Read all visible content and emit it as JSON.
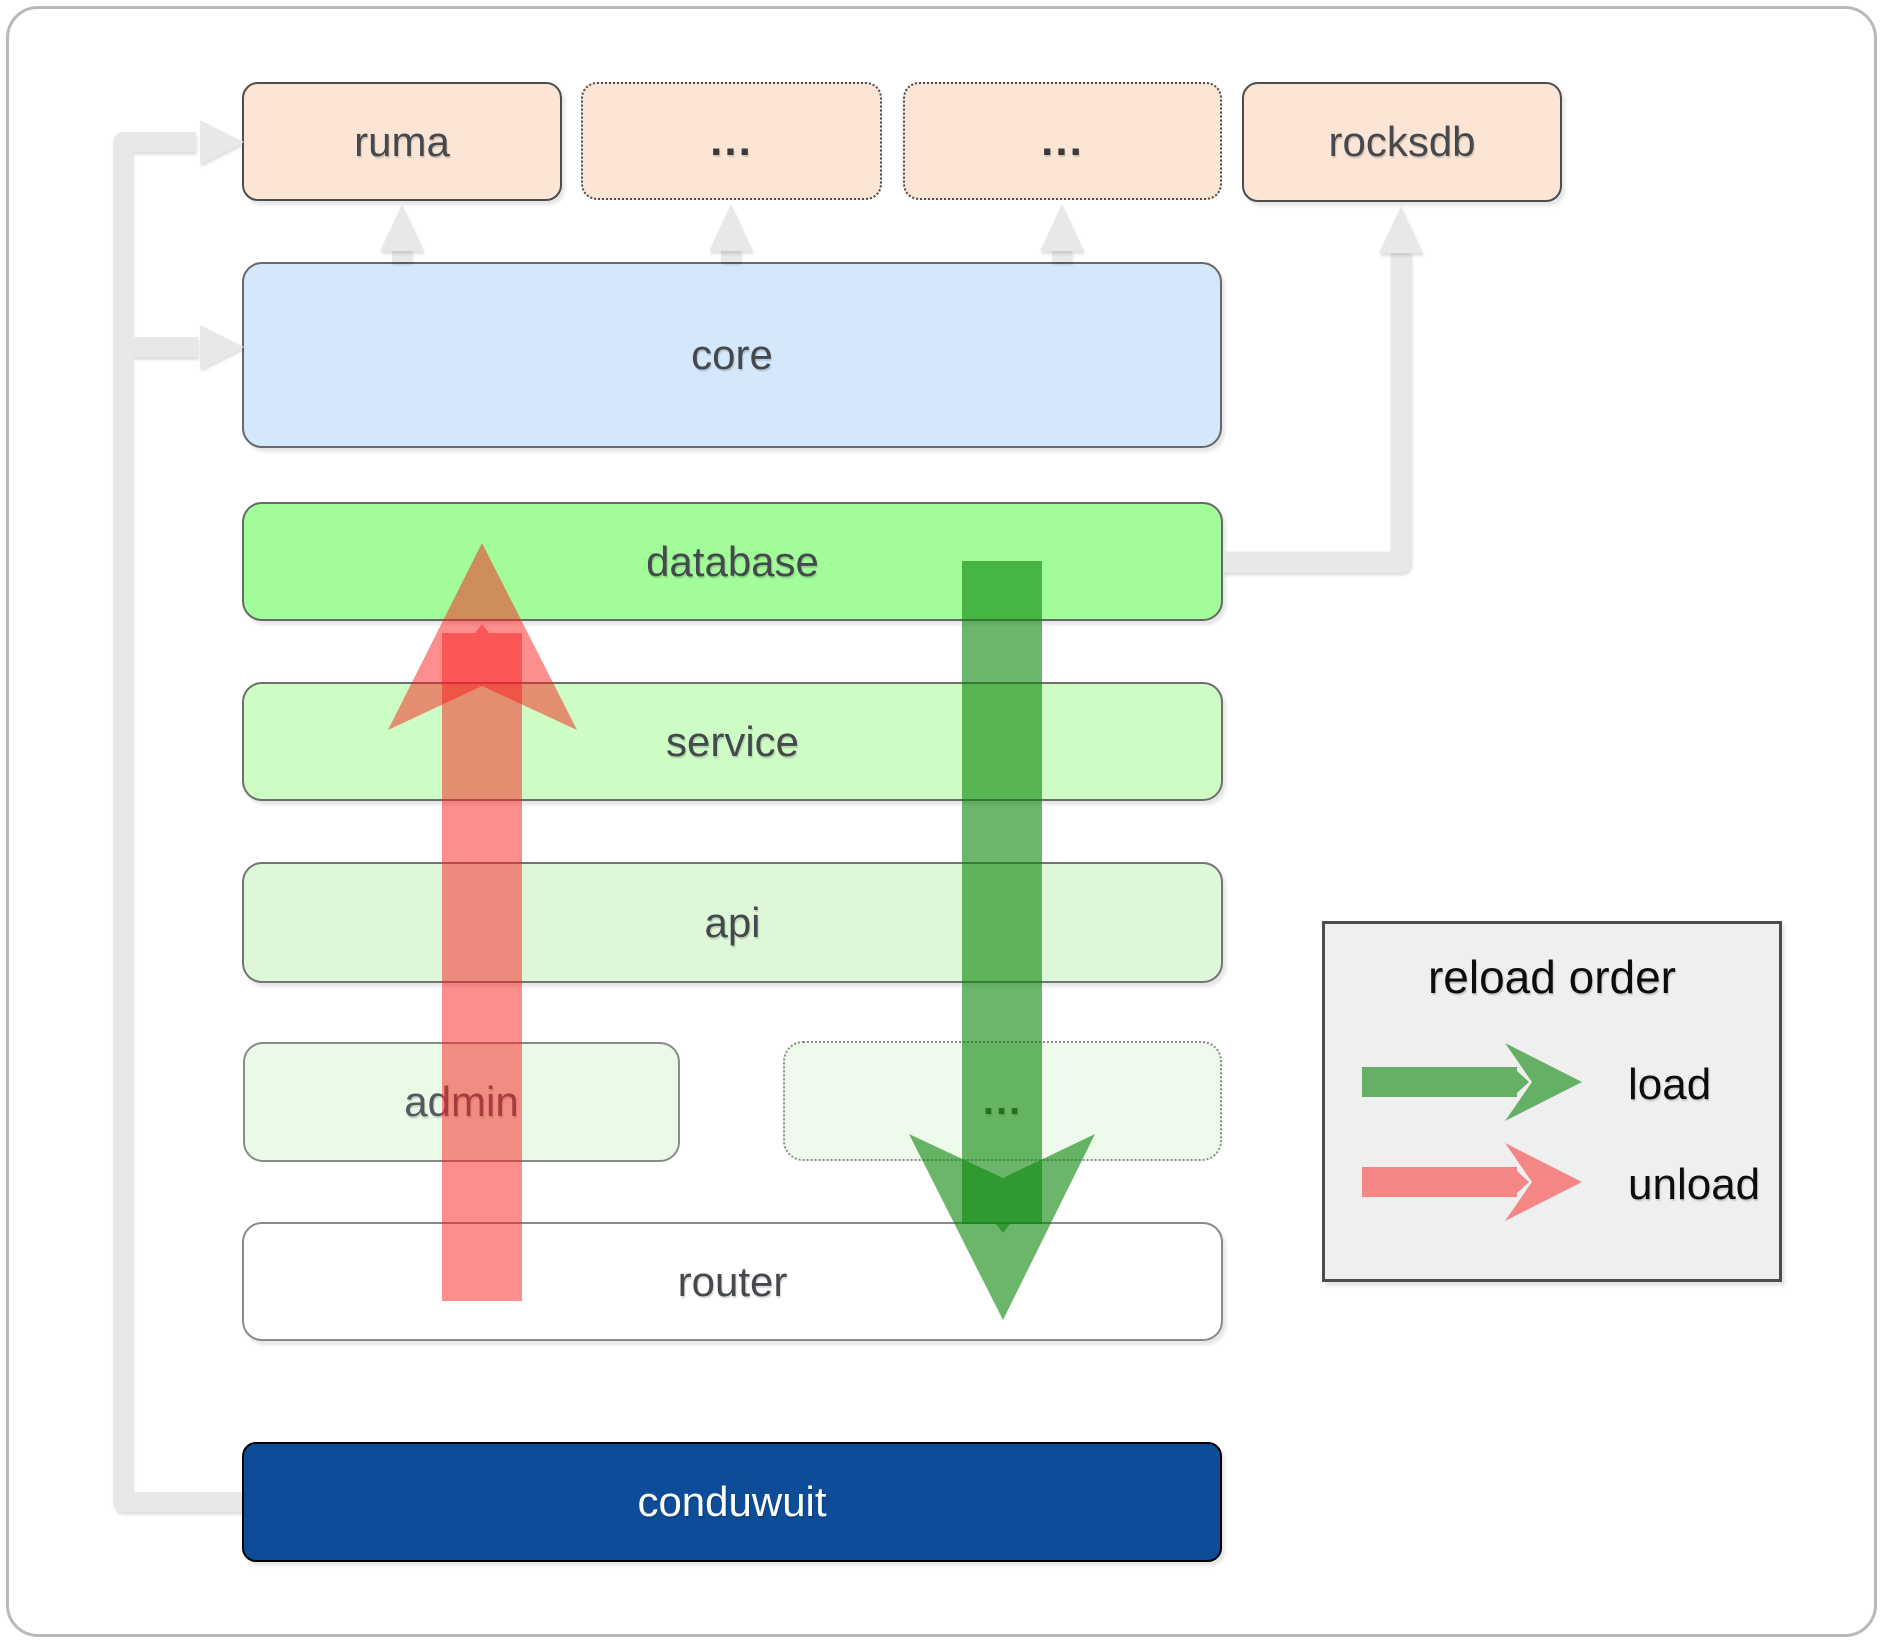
{
  "diagram": {
    "title_hint": "conduwuit module architecture",
    "boxes": {
      "ruma": "ruma",
      "ext1": "...",
      "ext2": "...",
      "rocksdb": "rocksdb",
      "core": "core",
      "database": "database",
      "service": "service",
      "api": "api",
      "admin": "admin",
      "admin_ext": "...",
      "router": "router",
      "conduwuit": "conduwuit"
    },
    "legend": {
      "title": "reload order",
      "items": [
        {
          "label": "load",
          "color": "#088508"
        },
        {
          "label": "unload",
          "color": "#f91e1e"
        }
      ]
    },
    "connections": [
      {
        "from": "conduwuit",
        "to": "ruma",
        "style": "gray-elbow"
      },
      {
        "from": "conduwuit",
        "to": "core",
        "style": "gray-elbow"
      },
      {
        "from": "core",
        "to": "ruma",
        "style": "gray-arrow"
      },
      {
        "from": "core",
        "to": "ext1",
        "style": "gray-arrow"
      },
      {
        "from": "core",
        "to": "ext2",
        "style": "gray-arrow"
      },
      {
        "from": "database",
        "to": "rocksdb",
        "style": "gray-elbow"
      },
      {
        "from": "database",
        "to": "router",
        "style": "load-arrow-down"
      },
      {
        "from": "router",
        "to": "database",
        "style": "unload-arrow-up"
      }
    ],
    "colors": {
      "load_green": "#088508",
      "unload_red": "#f91e1e",
      "database_green": "#a2fc99",
      "service_green": "#cdfcc4",
      "api_green": "#def7d8",
      "admin_green": "#e9fae6",
      "core_blue": "#d5e7fa",
      "module_peach": "#fce5d4",
      "conduwuit_blue": "#0d4c96",
      "connector_gray": "#e8e8e8",
      "legend_bg": "#efefef"
    }
  }
}
